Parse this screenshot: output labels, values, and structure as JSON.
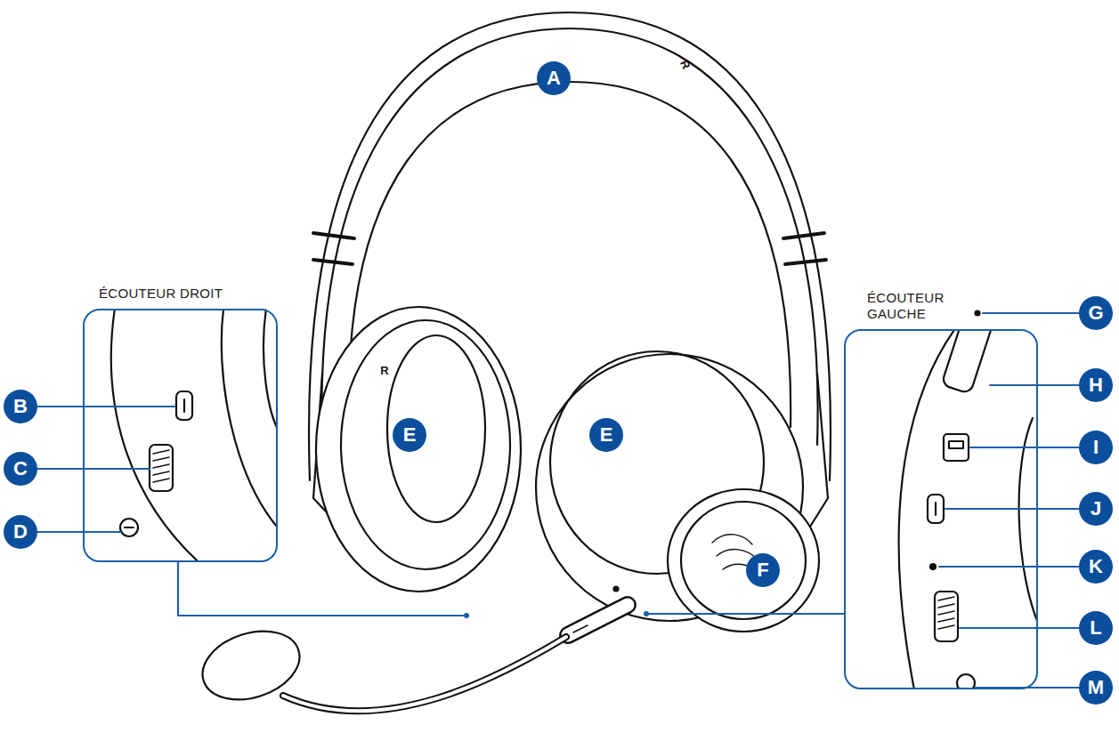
{
  "diagram": {
    "nodes": [
      {
        "text": [
          "A"
        ]
      },
      {
        "text": [
          "ÉCOUTEUR DROIT"
        ]
      },
      {
        "text": [
          "B"
        ]
      },
      {
        "text": [
          "C"
        ]
      },
      {
        "text": [
          "D"
        ]
      },
      {
        "text": [
          "E"
        ]
      },
      {
        "text": [
          "E"
        ]
      },
      {
        "text": [
          "F"
        ]
      },
      {
        "text": [
          "ÉCOUTEUR GAUCHE"
        ]
      },
      {
        "text": [
          "G"
        ]
      },
      {
        "text": [
          "H"
        ]
      },
      {
        "text": [
          "I"
        ]
      },
      {
        "text": [
          "J"
        ]
      },
      {
        "text": [
          "K"
        ]
      },
      {
        "text": [
          "L"
        ]
      },
      {
        "text": [
          "M"
        ]
      }
    ],
    "labels": [
      "R",
      "R"
    ]
  }
}
